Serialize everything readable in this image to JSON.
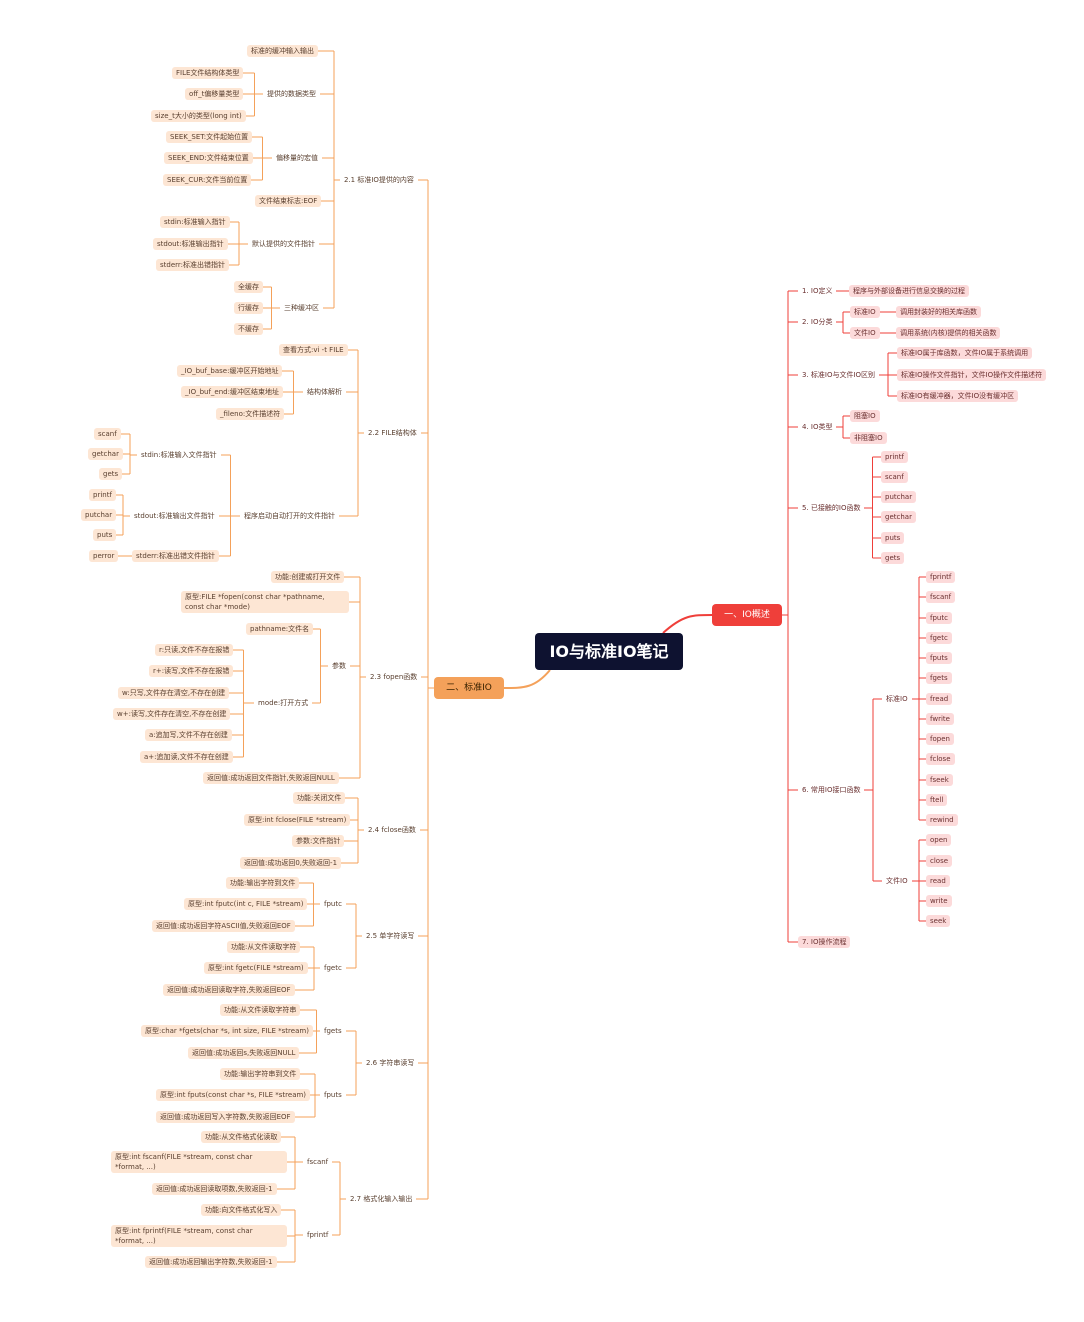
{
  "root": "IO与标准IO笔记",
  "branch1": {
    "title": "一、IO概述",
    "color": "#ef3f3a",
    "items": [
      {
        "label": "1. IO定义",
        "children": [
          "程序与外部设备进行信息交换的过程"
        ]
      },
      {
        "label": "2. IO分类",
        "children": [
          {
            "label": "标准IO",
            "children": [
              "调用封装好的相关库函数"
            ]
          },
          {
            "label": "文件IO",
            "children": [
              "调用系统(内核)提供的相关函数"
            ]
          }
        ]
      },
      {
        "label": "3. 标准IO与文件IO区别",
        "children": [
          "标准IO属于库函数，文件IO属于系统调用",
          "标准IO操作文件指针，文件IO操作文件描述符",
          "标准IO有缓冲器，文件IO没有缓冲区"
        ]
      },
      {
        "label": "4. IO类型",
        "children": [
          "阻塞IO",
          "非阻塞IO"
        ]
      },
      {
        "label": "5. 已接触的IO函数",
        "children": [
          "printf",
          "scanf",
          "putchar",
          "getchar",
          "puts",
          "gets"
        ]
      },
      {
        "label": "6. 常用IO接口函数",
        "children": [
          {
            "label": "标准IO",
            "children": [
              "fprintf",
              "fscanf",
              "fputc",
              "fgetc",
              "fputs",
              "fgets",
              "fread",
              "fwrite",
              "fopen",
              "fclose",
              "fseek",
              "ftell",
              "rewind"
            ]
          },
          {
            "label": "文件IO",
            "children": [
              "open",
              "close",
              "read",
              "write",
              "seek"
            ]
          }
        ]
      },
      {
        "label": "7. IO操作流程",
        "children": []
      }
    ]
  },
  "branch2": {
    "title": "二、标准IO",
    "color": "#f4a15a",
    "sections": {
      "s21": {
        "label": "2.1 标准IO提供的内容",
        "a": "标准的缓冲输入输出",
        "b": {
          "label": "提供的数据类型",
          "items": [
            "FILE文件结构体类型",
            "off_t偏移量类型",
            "size_t大小的类型(long int)"
          ]
        },
        "c": {
          "label": "偏移量的宏值",
          "items": [
            "SEEK_SET:文件起始位置",
            "SEEK_END:文件结束位置",
            "SEEK_CUR:文件当前位置"
          ]
        },
        "d": "文件结束标志:EOF",
        "e": {
          "label": "默认提供的文件指针",
          "items": [
            "stdin:标准输入指针",
            "stdout:标准输出指针",
            "stderr:标准出错指针"
          ]
        },
        "f": {
          "label": "三种缓冲区",
          "items": [
            "全缓存",
            "行缓存",
            "不缓存"
          ]
        }
      },
      "s22": {
        "label": "2.2 FILE结构体",
        "a": "查看方式:vi -t FILE",
        "b": {
          "label": "结构体解析",
          "items": [
            "_IO_buf_base:缓冲区开始地址",
            "_IO_buf_end:缓冲区结束地址",
            "_fileno:文件描述符"
          ]
        },
        "c": {
          "label": "程序启动自动打开的文件指针",
          "stdin": {
            "label": "stdin:标准输入文件指针",
            "items": [
              "scanf",
              "getchar",
              "gets"
            ]
          },
          "stdout": {
            "label": "stdout:标准输出文件指针",
            "items": [
              "printf",
              "putchar",
              "puts"
            ]
          },
          "stderr": {
            "label": "stderr:标准出错文件指针",
            "items": [
              "perror"
            ]
          }
        }
      },
      "s23": {
        "label": "2.3 fopen函数",
        "func": "功能:创建或打开文件",
        "proto": "原型:FILE *fopen(const char *pathname, const char *mode)",
        "params": {
          "label": "参数",
          "pathname": "pathname:文件名",
          "mode": {
            "label": "mode:打开方式",
            "items": [
              "r:只读,文件不存在报错",
              "r+:读写,文件不存在报错",
              "w:只写,文件存在清空,不存在创建",
              "w+:读写,文件存在清空,不存在创建",
              "a:追加写,文件不存在创建",
              "a+:追加读,文件不存在创建"
            ]
          }
        },
        "ret": "返回值:成功返回文件指针,失败返回NULL"
      },
      "s24": {
        "label": "2.4 fclose函数",
        "items": [
          "功能:关闭文件",
          "原型:int fclose(FILE *stream)",
          "参数:文件指针",
          "返回值:成功返回0,失败返回-1"
        ]
      },
      "s25": {
        "label": "2.5 单字符读写",
        "fputc": {
          "label": "fputc",
          "items": [
            "功能:输出字符到文件",
            "原型:int fputc(int c, FILE *stream)",
            "返回值:成功返回字符ASCII值,失败返回EOF"
          ]
        },
        "fgetc": {
          "label": "fgetc",
          "items": [
            "功能:从文件读取字符",
            "原型:int fgetc(FILE *stream)",
            "返回值:成功返回读取字符,失败返回EOF"
          ]
        }
      },
      "s26": {
        "label": "2.6 字符串读写",
        "fgets": {
          "label": "fgets",
          "items": [
            "功能:从文件读取字符串",
            "原型:char *fgets(char *s, int size, FILE *stream)",
            "返回值:成功返回s,失败返回NULL"
          ]
        },
        "fputs": {
          "label": "fputs",
          "items": [
            "功能:输出字符串到文件",
            "原型:int fputs(const char *s, FILE *stream)",
            "返回值:成功返回写入字符数,失败返回EOF"
          ]
        }
      },
      "s27": {
        "label": "2.7 格式化输入输出",
        "fscanf": {
          "label": "fscanf",
          "items": [
            "功能:从文件格式化读取",
            "原型:int fscanf(FILE *stream, const char *format, ...)",
            "返回值:成功返回读取项数,失败返回-1"
          ]
        },
        "fprintf": {
          "label": "fprintf",
          "items": [
            "功能:向文件格式化写入",
            "原型:int fprintf(FILE *stream, const char *format, ...)",
            "返回值:成功返回输出字符数,失败返回-1"
          ]
        }
      }
    }
  }
}
